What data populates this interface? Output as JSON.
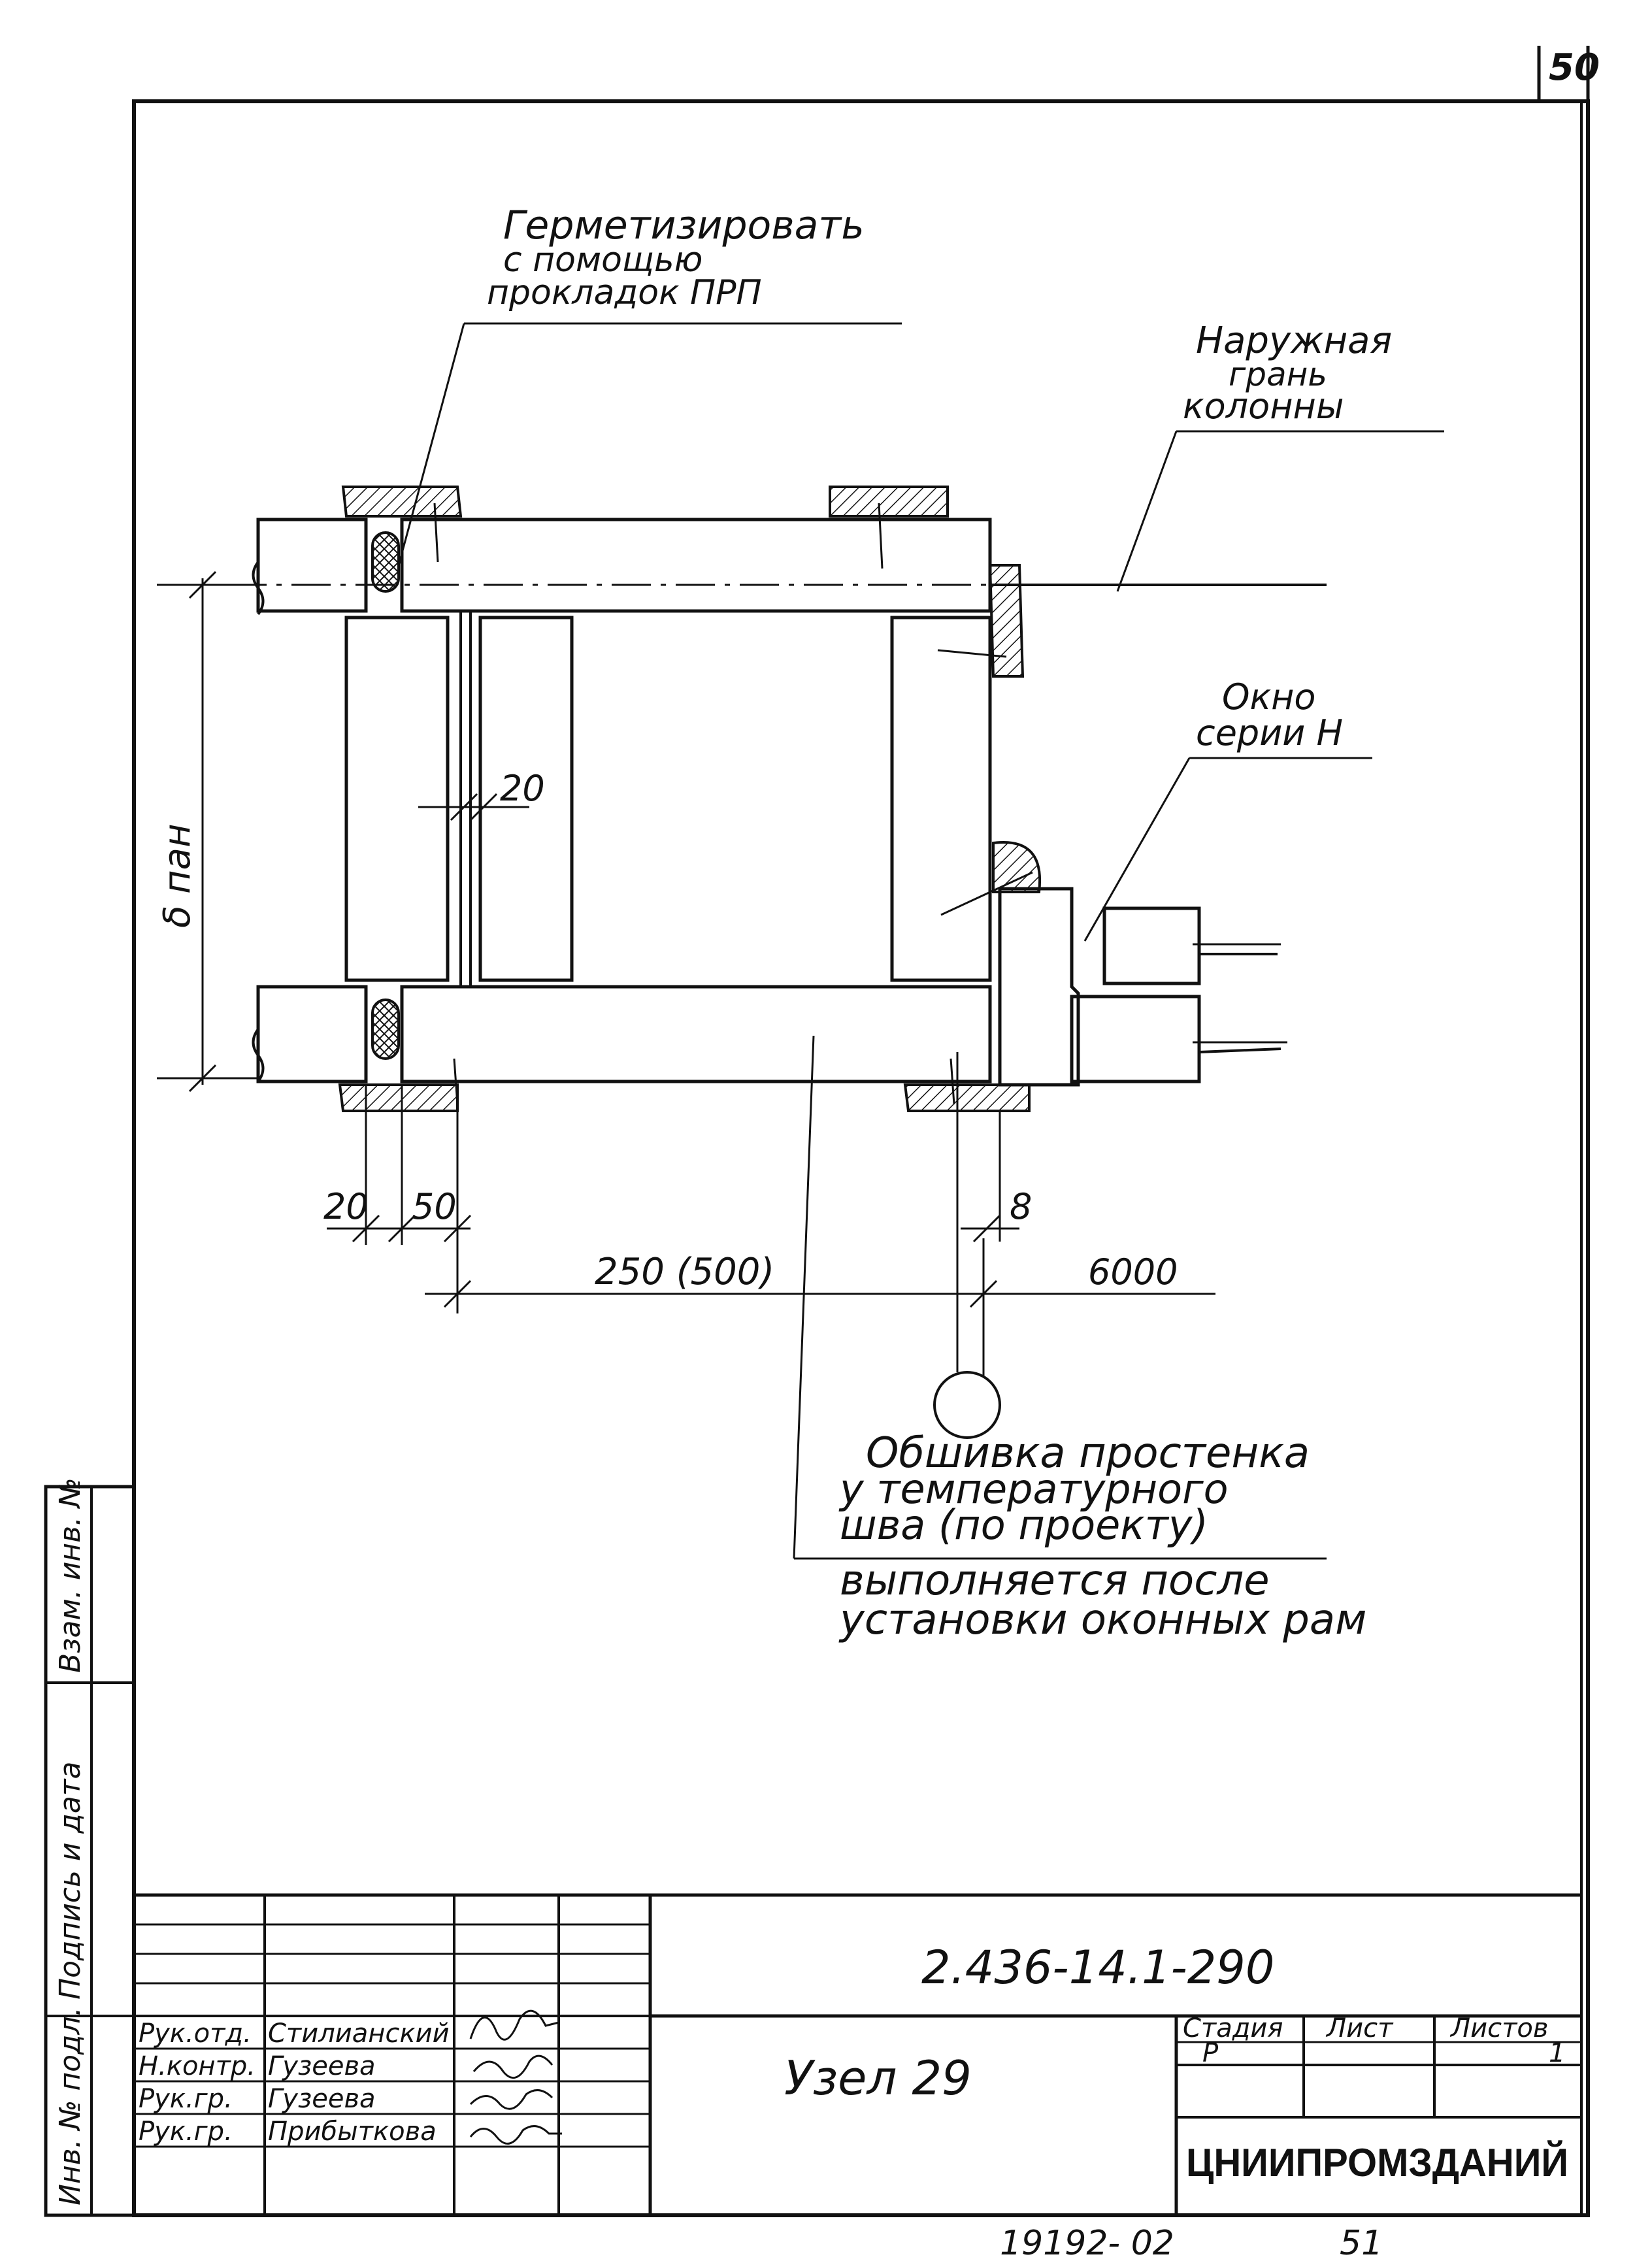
{
  "sheet": {
    "page_number": "50",
    "bottom_left_code": "19192- 02",
    "bottom_right_code": "51"
  },
  "drawing": {
    "annotations": {
      "sealing": [
        "Герметизировать",
        "с помощью",
        "прокладок ПРП"
      ],
      "outer_face": [
        "Наружная",
        "грань",
        "колонны"
      ],
      "window": [
        "Окно",
        "серии Н"
      ],
      "cladding": [
        "Обшивка простенка",
        "у температурного",
        "шва (по проекту)",
        "выполняется после",
        "установки оконных рам"
      ]
    },
    "dimensions": {
      "gap_20_inner": "20",
      "d_20": "20",
      "d_50": "50",
      "d_250": "250 (500)",
      "d_8": "8",
      "d_6000": "6000",
      "b_pan": "δ пан"
    }
  },
  "side_stamp": {
    "cells": [
      "Взам. инв. №",
      "Подпись и дата",
      "Инв. № подл."
    ]
  },
  "title_block": {
    "document_code": "2.436-14.1-290",
    "title": "Узел 29",
    "organization": "ЦНИИПРОМЗДАНИЙ",
    "headers": {
      "stage": "Стадия",
      "sheet": "Лист",
      "sheets": "Листов"
    },
    "values": {
      "stage": "Р",
      "sheet": "",
      "sheets": "1"
    },
    "people": [
      {
        "role": "Рук.отд.",
        "name": "Стилианский"
      },
      {
        "role": "Н.контр.",
        "name": "Гузеева"
      },
      {
        "role": "Рук.гр.",
        "name": "Гузеева"
      },
      {
        "role": "Рук.гр.",
        "name": "Прибыткова"
      }
    ]
  }
}
